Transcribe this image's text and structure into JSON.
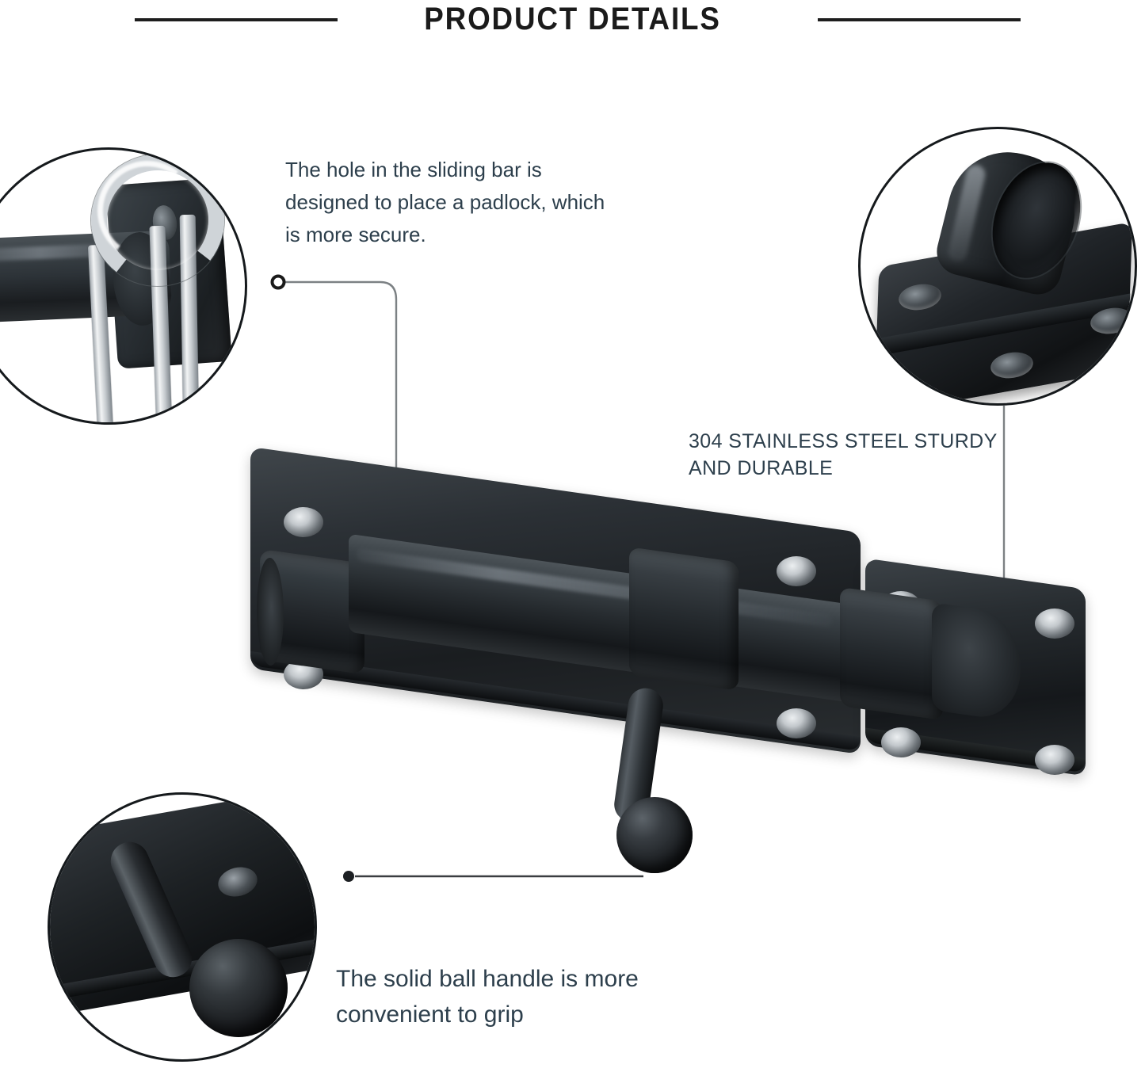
{
  "header": {
    "title": "PRODUCT DETAILS",
    "rule_color": "#1d1d1d"
  },
  "theme": {
    "background": "#ffffff",
    "text_color": "#2d3f4c",
    "title_color": "#1b1b1b",
    "leader_line_color": "#6f7579",
    "product_black": "#1a1d20",
    "chrome": "#cfd4d8"
  },
  "callouts": [
    {
      "id": "padlock",
      "text": "The hole in the sliding bar is designed to place a padlock, which is more secure.",
      "marker": "ring"
    },
    {
      "id": "steel",
      "text": "304 STAINLESS STEEL STURDY AND DURABLE",
      "marker": "ring"
    },
    {
      "id": "ball",
      "text": "The solid ball handle is more convenient to grip",
      "marker": "dot"
    }
  ],
  "insets": [
    {
      "id": "padlock-closeup",
      "label": "sliding bar with padlock shackle through hole"
    },
    {
      "id": "keeper-closeup",
      "label": "strike keeper bracket with four mounting holes"
    },
    {
      "id": "ball-closeup",
      "label": "solid ball handle on mounting plate"
    }
  ],
  "product": {
    "label": "black barrel bolt gate latch",
    "parts": [
      "mounting plate",
      "sliding bolt bar",
      "ball handle lever",
      "keeper strike plate"
    ]
  }
}
